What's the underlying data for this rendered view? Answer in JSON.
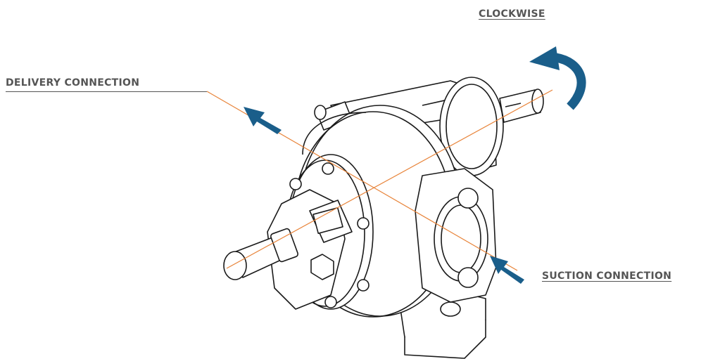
{
  "labels": {
    "clockwise": "CLOCKWISE",
    "delivery": "DELIVERY CONNECTION",
    "suction": "SUCTION CONNECTION"
  },
  "colors": {
    "text": "#555555",
    "arrow": "#1a5e8a",
    "guide_line": "#e8843a",
    "outline": "#1a1a1a"
  }
}
